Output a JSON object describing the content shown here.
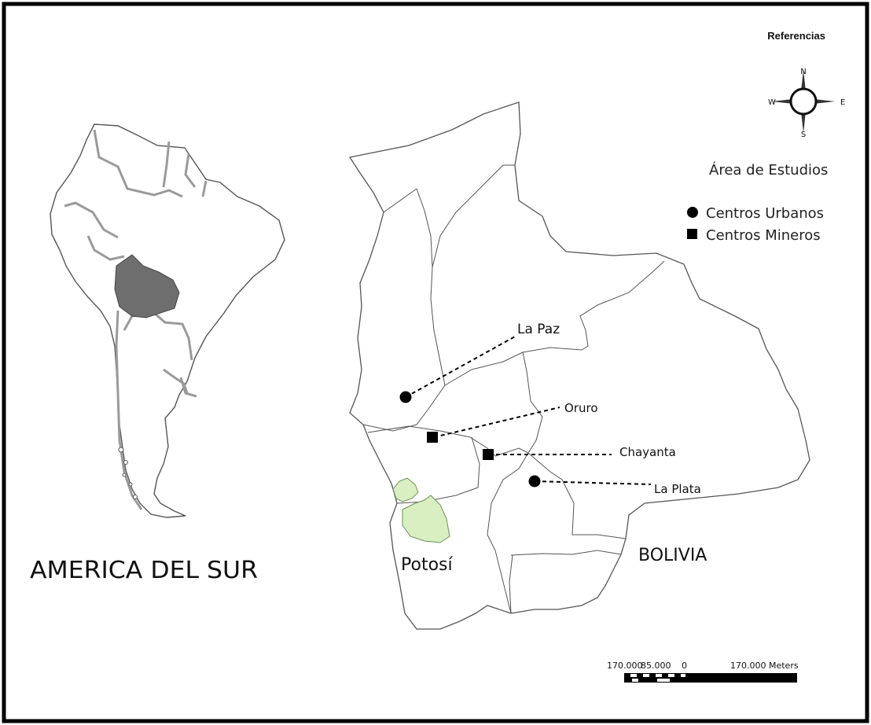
{
  "map": {
    "left_title": "AMERICA DEL SUR",
    "country_label": "BOLIVIA",
    "region_label": "Potosí",
    "cities": [
      {
        "name": "La Paz",
        "type": "urbano"
      },
      {
        "name": "Oruro",
        "type": "minero"
      },
      {
        "name": "Chayanta",
        "type": "minero"
      },
      {
        "name": "La Plata",
        "type": "urbano"
      }
    ]
  },
  "legend": {
    "title": "Referencias",
    "study_area": "Área de Estudios",
    "urban": "Centros Urbanos",
    "mining": "Centros Mineros"
  },
  "compass": {
    "n": "N",
    "s": "S",
    "e": "E",
    "w": "W"
  },
  "scalebar": {
    "label_left": "170.000",
    "label_mid": "85.000",
    "label_zero": "0",
    "label_right": "170.000 Meters"
  },
  "colors": {
    "bolivia_fill": "#6e6e6e",
    "study_area_fill": "#d9efc2",
    "border_gray": "#9a9a9a",
    "outline": "#555555"
  }
}
